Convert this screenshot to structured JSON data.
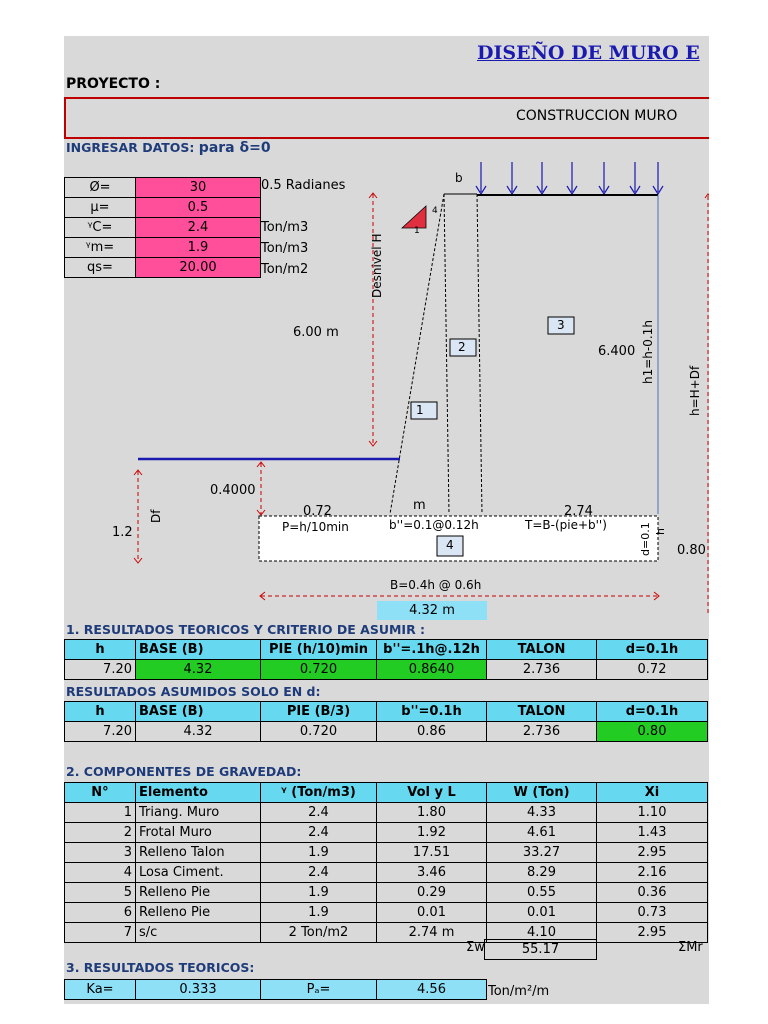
{
  "header": {
    "title": "DISEÑO DE MURO E",
    "project_label": "PROYECTO :",
    "project_name": "CONSTRUCCION MURO"
  },
  "inputs": {
    "section_label": "INGRESAR DATOS:",
    "section_sub": "para δ=0",
    "rows": [
      {
        "label": "Ø=",
        "value": "30",
        "unit": "0.5 Radianes"
      },
      {
        "label": "μ=",
        "value": "0.5",
        "unit": ""
      },
      {
        "label": "ᵞC=",
        "value": "2.4",
        "unit": "Ton/m3"
      },
      {
        "label": "ᵞm=",
        "value": "1.9",
        "unit": "Ton/m3"
      },
      {
        "label": "qs=",
        "value": "20.00",
        "unit": "Ton/m2"
      }
    ]
  },
  "diagram": {
    "b": "b",
    "desnivel": "Desnivel H",
    "height_val": "6.00 m",
    "h1_val": "6.400",
    "h1_label": "h1=h-0.1h",
    "h_label": "h=H+Df",
    "df": "Df",
    "df_val": "1.2",
    "d_val": "0.4000",
    "pie_val": "0.72",
    "m": "m",
    "talon_val": "2.74",
    "pie_formula": "P=h/10min",
    "b2_formula": "b''=0.1@0.12h",
    "talon_formula": "T=B-(pie+b'')",
    "d_formula": "d=0.1",
    "d_formula2": "h",
    "d_res": "0.80",
    "base_formula": "B=0.4h @ 0.6h",
    "base_val": "4.32 m",
    "slope_a": "4",
    "slope_b": "1",
    "n1": "1",
    "n2": "2",
    "n3": "3",
    "n4": "4"
  },
  "teoricos": {
    "title": "1. RESULTADOS TEORICOS Y CRITERIO DE ASUMIR :",
    "headers": [
      "h",
      "BASE (B)",
      "PIE (h/10)min",
      "b''=.1h@.12h",
      "TALON",
      "d=0.1h"
    ],
    "row": [
      "7.20",
      "4.32",
      "0.720",
      "0.8640",
      "2.736",
      "0.72"
    ]
  },
  "asumidos": {
    "title": "RESULTADOS ASUMIDOS SOLO EN d:",
    "headers": [
      "h",
      "BASE (B)",
      "PIE (B/3)",
      "b''=0.1h",
      "TALON",
      "d=0.1h"
    ],
    "row": [
      "7.20",
      "4.32",
      "0.720",
      "0.86",
      "2.736",
      "0.80"
    ]
  },
  "gravedad": {
    "title": "2. COMPONENTES DE GRAVEDAD:",
    "headers": [
      "N°",
      "Elemento",
      "ᵞ (Ton/m3)",
      "Vol y L",
      "W (Ton)",
      "Xi"
    ],
    "rows": [
      [
        "1",
        "Triang. Muro",
        "2.4",
        "1.80",
        "4.33",
        "1.10"
      ],
      [
        "2",
        "Frotal Muro",
        "2.4",
        "1.92",
        "4.61",
        "1.43"
      ],
      [
        "3",
        "Relleno Talon",
        "1.9",
        "17.51",
        "33.27",
        "2.95"
      ],
      [
        "4",
        "Losa Ciment.",
        "2.4",
        "3.46",
        "8.29",
        "2.16"
      ],
      [
        "5",
        "Relleno Pie",
        "1.9",
        "0.29",
        "0.55",
        "0.36"
      ],
      [
        "6",
        "Relleno Pie",
        "1.9",
        "0.01",
        "0.01",
        "0.73"
      ],
      [
        "7",
        "s/c",
        "2 Ton/m2",
        "2.74 m",
        "4.10",
        "2.95"
      ]
    ],
    "sum_w_label": "Σw",
    "sum_w": "55.17",
    "sum_m_label": "ΣMr"
  },
  "res3": {
    "title": "3. RESULTADOS TEORICOS:",
    "ka_label": "Ka=",
    "ka": "0.333",
    "pa_label": "Pₐ=",
    "pa": "4.56",
    "unit": "Ton/m²/m"
  }
}
